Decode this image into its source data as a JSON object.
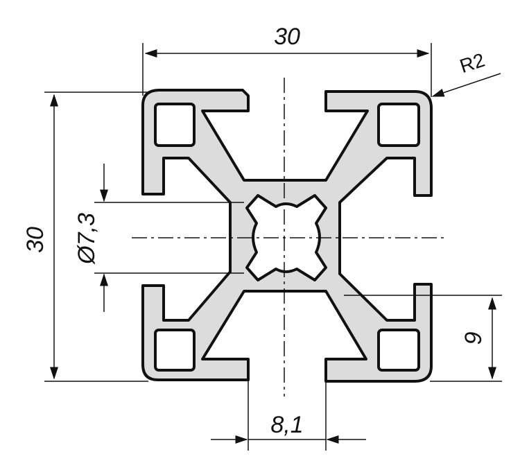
{
  "drawing": {
    "dimensions": {
      "width_label": "30",
      "height_label": "30",
      "slot_width_label": "8,1",
      "offset_label": "9",
      "bore_label": "Ø7,3",
      "radius_label": "R2"
    },
    "colors": {
      "profile_fill": "#dcdcdc",
      "outline": "#111111",
      "background": "#ffffff"
    }
  }
}
